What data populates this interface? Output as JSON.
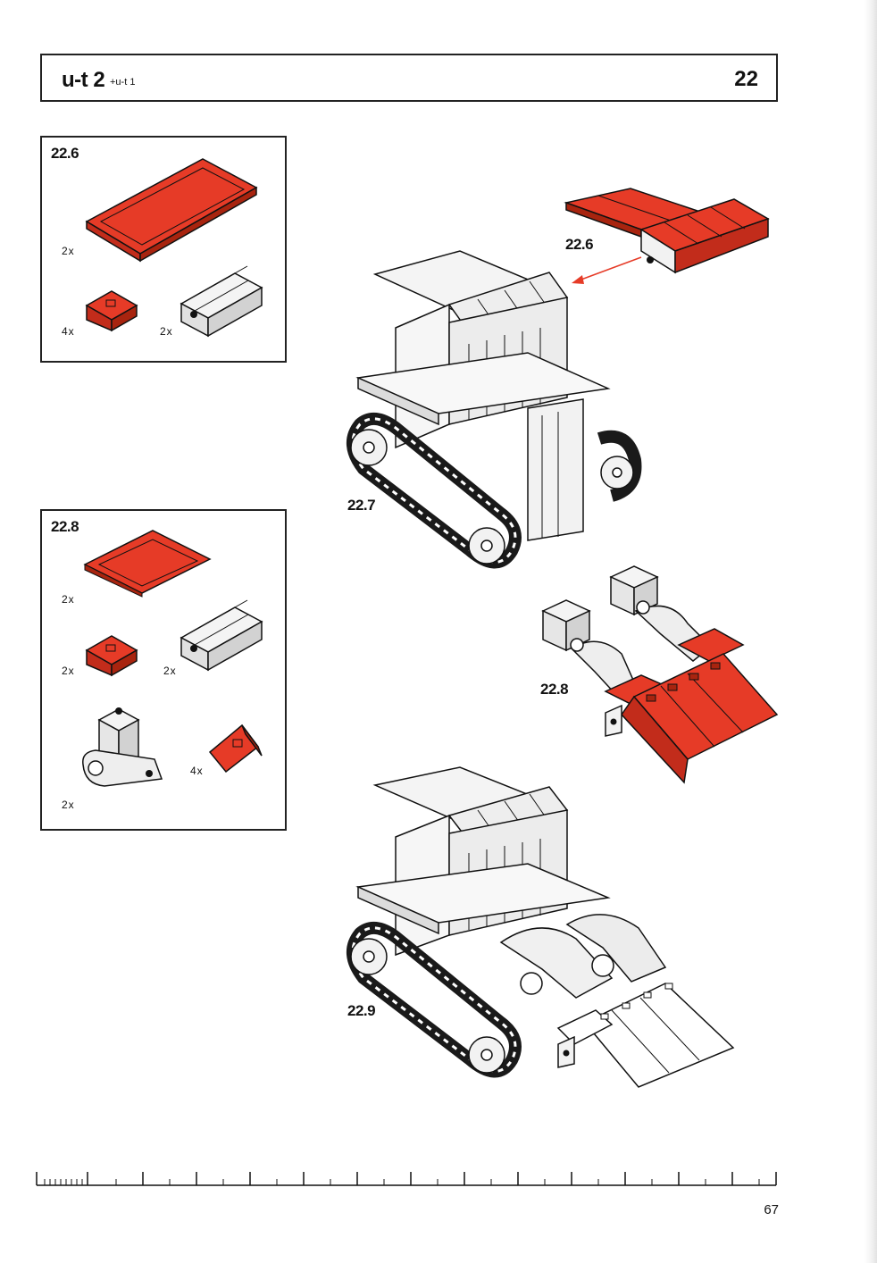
{
  "header": {
    "title": "u-t 2",
    "subtitle": "+u-t 1",
    "page_section": "22"
  },
  "parts_boxes": [
    {
      "label": "22.6",
      "items": [
        {
          "icon": "red-baseplate-icon",
          "qty": "2x"
        },
        {
          "icon": "red-angle-block-icon",
          "qty": "4x"
        },
        {
          "icon": "white-building-block-icon",
          "qty": "2x"
        }
      ]
    },
    {
      "label": "22.8",
      "items": [
        {
          "icon": "red-baseplate-icon",
          "qty": "2x"
        },
        {
          "icon": "red-angle-block-icon",
          "qty": "2x"
        },
        {
          "icon": "white-building-block-icon",
          "qty": "2x"
        },
        {
          "icon": "white-hinge-block-icon",
          "qty": "2x"
        },
        {
          "icon": "red-wedge-block-icon",
          "qty": "4x"
        }
      ]
    }
  ],
  "steps": {
    "s226": "22.6",
    "s227": "22.7",
    "s228": "22.8",
    "s229": "22.9"
  },
  "footer": {
    "page_number": "67"
  },
  "colors": {
    "part_red": "#e63b27",
    "outline": "#111111",
    "track": "#1a1a1a"
  }
}
